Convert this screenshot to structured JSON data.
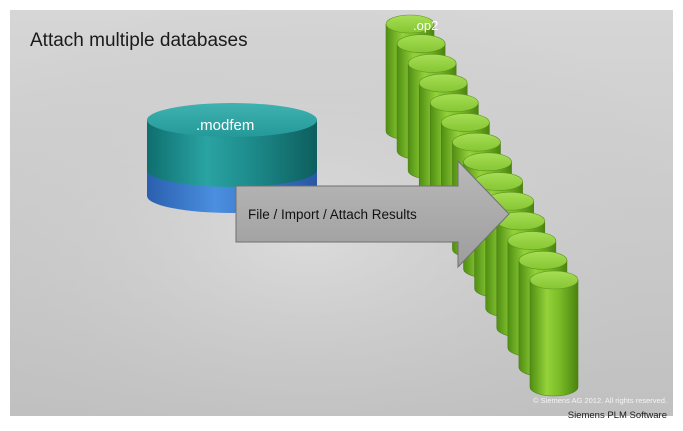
{
  "slide": {
    "title": "Attach multiple databases",
    "source_db": {
      "label": ".modfem"
    },
    "target_db": {
      "label": ".op2",
      "stack_count": 14
    },
    "action_arrow": {
      "label": "File / Import / Attach Results"
    },
    "footer": {
      "copyright": "© Siemens AG 2012. All rights reserved.",
      "company": "Siemens PLM Software"
    }
  },
  "colors": {
    "background_top": "#d4d4d4",
    "background_bottom": "#c2c2c2",
    "modfem_teal": "#1f8f8f",
    "modfem_blue": "#3f7fd0",
    "op2_green": "#7fbf2a",
    "arrow_fill": "#a9a9a9"
  }
}
